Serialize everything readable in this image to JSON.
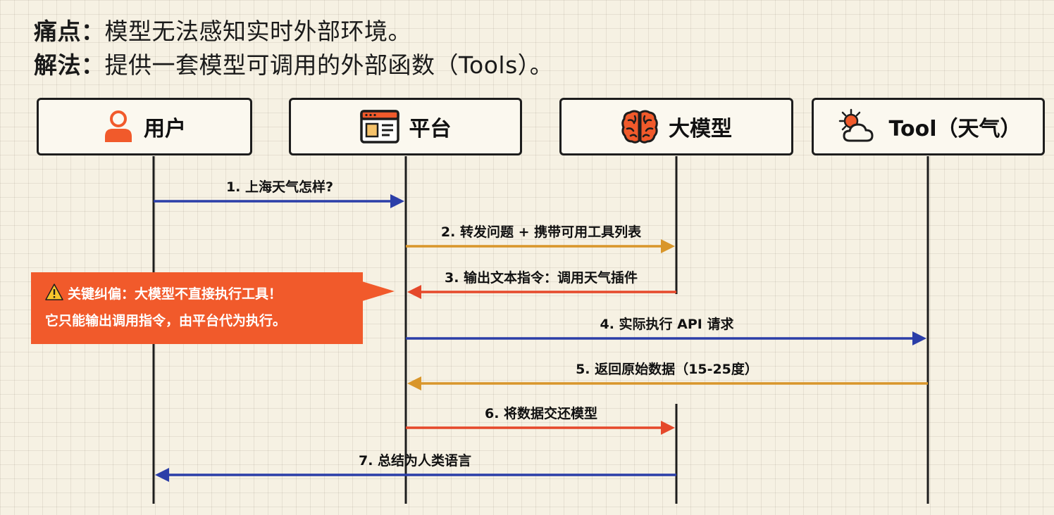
{
  "header": {
    "pain_label": "痛点：",
    "pain_text": "模型无法感知实时外部环境。",
    "solution_label": "解法：",
    "solution_text": "提供一套模型可调用的外部函数（Tools）。"
  },
  "actors": {
    "user": {
      "label": "用户",
      "icon": "user-icon"
    },
    "platform": {
      "label": "平台",
      "icon": "browser-window-icon"
    },
    "llm": {
      "label": "大模型",
      "icon": "brain-icon"
    },
    "tool": {
      "label": "Tool（天气）",
      "icon": "sun-cloud-icon"
    }
  },
  "messages": [
    {
      "label": "1. 上海天气怎样?",
      "from": "user",
      "to": "platform",
      "color": "#2b3ea8"
    },
    {
      "label": "2. 转发问题 + 携带可用工具列表",
      "from": "platform",
      "to": "llm",
      "color": "#d9962a"
    },
    {
      "label": "3. 输出文本指令：调用天气插件",
      "from": "llm",
      "to": "platform",
      "color": "#e5482a"
    },
    {
      "label": "4. 实际执行 API 请求",
      "from": "platform",
      "to": "tool",
      "color": "#2b3ea8"
    },
    {
      "label": "5. 返回原始数据（15-25度）",
      "from": "tool",
      "to": "platform",
      "color": "#d9962a"
    },
    {
      "label": "6. 将数据交还模型",
      "from": "platform",
      "to": "llm",
      "color": "#e5482a"
    },
    {
      "label": "7. 总结为人类语言",
      "from": "llm",
      "to": "user",
      "color": "#2b3ea8"
    }
  ],
  "callout": {
    "line1": "关键纠偏：大模型不直接执行工具！",
    "line2": "它只能输出调用指令，由平台代为执行。",
    "icon": "warning-icon",
    "color": "#f15a2b"
  }
}
